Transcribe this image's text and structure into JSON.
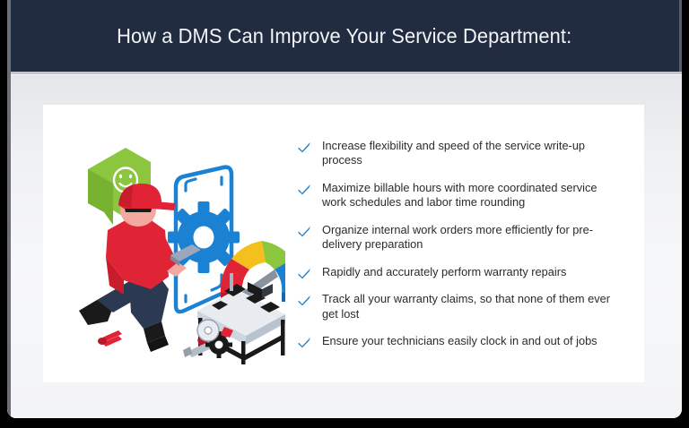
{
  "header": {
    "title": "How a DMS Can Improve Your Service Department:",
    "background_color": "#222c41",
    "text_color": "#f2f4f8"
  },
  "card": {
    "background_color": "#ffffff"
  },
  "illustration": {
    "name": "service-technician-illustration",
    "elements": [
      "speech-bubble-smiley",
      "technician-with-tablet",
      "settings-panel-gear",
      "performance-gauge",
      "workbench-equipment",
      "hand-tools"
    ],
    "colors": {
      "speech_bubble_green": "#8cc63e",
      "technician_red": "#e02435",
      "technician_navy": "#2b3a52",
      "panel_blue": "#1b81d2",
      "gauge_red": "#e02435",
      "gauge_yellow": "#f4c01e",
      "gauge_green": "#8cc63e",
      "gauge_blue": "#1b81d2",
      "bench_gray": "#e8ecf1",
      "bench_black": "#1a1a1a"
    }
  },
  "benefits": {
    "bullet_icon": "check-icon",
    "bullet_color": "#1479c4",
    "text_color": "#2b2b2b",
    "items": [
      "Increase flexibility and speed of the service write-up process",
      "Maximize billable hours with more coordinated service work schedules and labor time rounding",
      "Organize internal work orders more efficiently for pre-delivery preparation",
      "Rapidly and accurately perform warranty repairs",
      "Track all your warranty claims, so that none of them ever get lost",
      "Ensure your technicians easily clock in and out of jobs"
    ]
  }
}
